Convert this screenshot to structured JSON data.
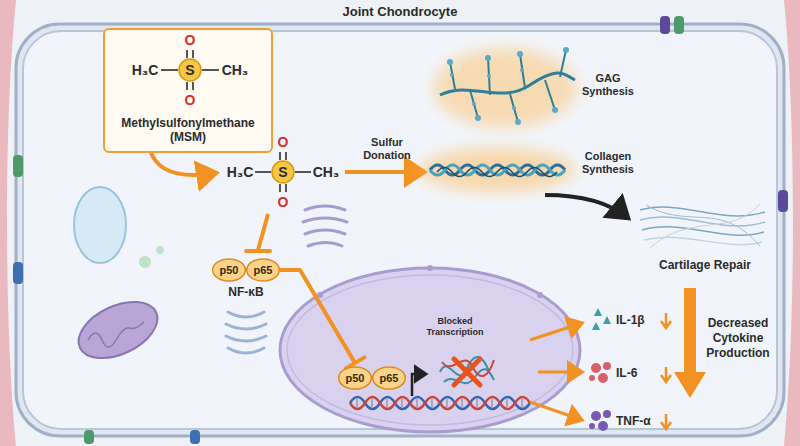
{
  "diagram": {
    "title": "Joint Chondrocyte",
    "nodes": [
      {
        "text": [
          "Methylsulfonylmethane (MSM)"
        ]
      },
      {
        "text": [
          "p50"
        ]
      },
      {
        "text": [
          "p65"
        ]
      },
      {
        "text": [
          "p50"
        ]
      },
      {
        "text": [
          "p65"
        ]
      }
    ],
    "edges": [
      {
        "from": 2,
        "to": 3,
        "arrow": "none"
      }
    ],
    "labels": [
      "O",
      "H₃C",
      "S",
      "CH₃",
      "O",
      "O",
      "H₃C",
      "S",
      "CH₃",
      "O",
      "Sulfur Donation",
      "GAG Synthesis",
      "Collagen Synthesis",
      "Cartilage Repair",
      "NF-κB",
      "Blocked Transcription",
      "IL-1β",
      "IL-6",
      "TNF-α",
      "Decreased Cytokine Production"
    ]
  }
}
